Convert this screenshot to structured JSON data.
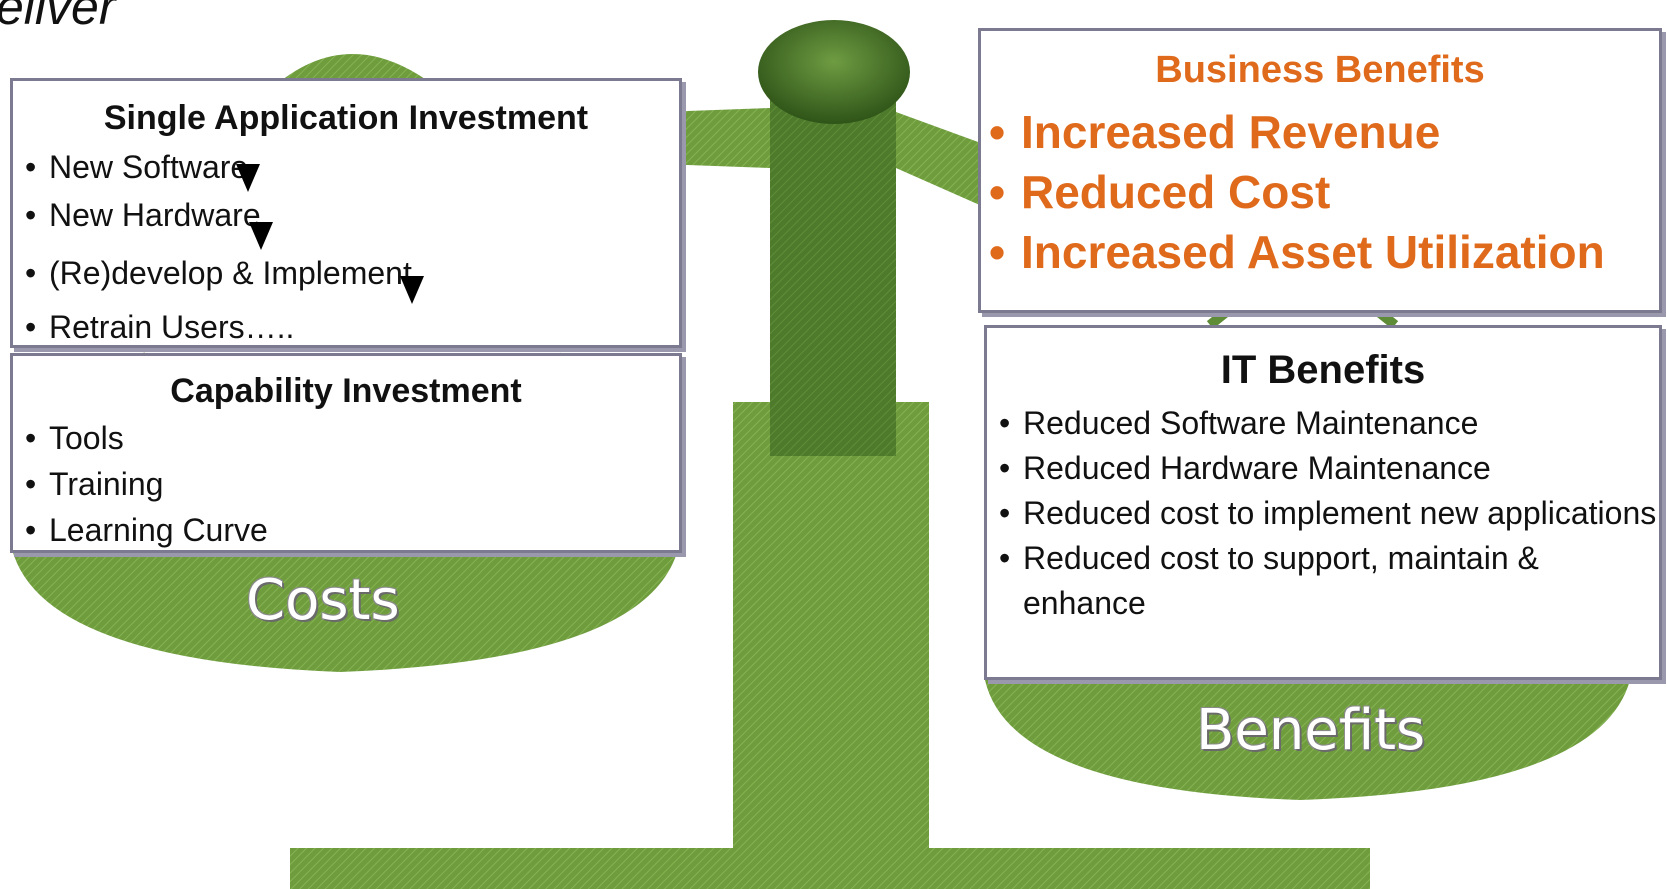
{
  "title_fragment": "eliver",
  "colors": {
    "scale_green": "#6f9d3e",
    "scale_dark": "#3f6a22",
    "box_border": "#7c7a90",
    "business_orange": "#e06a1c"
  },
  "costs_side": {
    "label": "Costs",
    "single_application": {
      "heading": "Single Application Investment",
      "items": [
        {
          "text": "New Software",
          "arrow": "down-arrow-icon"
        },
        {
          "text": "New Hardware",
          "arrow": "down-arrow-icon"
        },
        {
          "text": "(Re)develop & Implement",
          "arrow": "down-arrow-icon"
        },
        {
          "text": "Retrain Users….."
        }
      ]
    },
    "capability": {
      "heading": "Capability Investment",
      "items": [
        "Tools",
        "Training",
        "Learning Curve"
      ]
    }
  },
  "benefits_side": {
    "label": "Benefits",
    "business": {
      "heading": "Business Benefits",
      "items": [
        "Increased Revenue",
        "Reduced Cost",
        "Increased Asset Utilization"
      ]
    },
    "it": {
      "heading": "IT Benefits",
      "items": [
        "Reduced Software Maintenance",
        "Reduced Hardware Maintenance",
        "Reduced cost to implement new applications",
        "Reduced cost to support, maintain & enhance"
      ]
    }
  }
}
